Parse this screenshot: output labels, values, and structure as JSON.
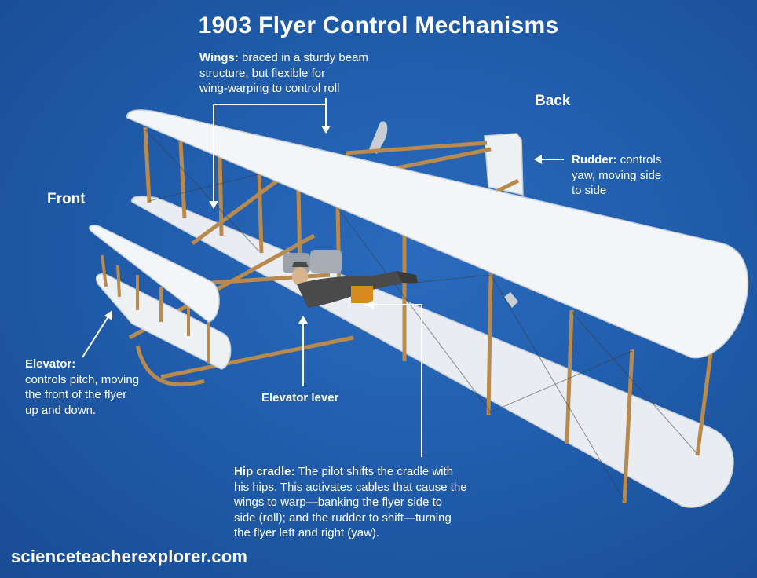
{
  "title": "1903 Flyer Control Mechanisms",
  "labels": {
    "front": "Front",
    "back": "Back",
    "elevator_lever": "Elevator lever"
  },
  "callouts": {
    "wings": {
      "term": "Wings:",
      "lines": [
        "braced in a sturdy beam",
        "structure, but flexible for",
        "wing-warping to control roll"
      ]
    },
    "rudder": {
      "term": "Rudder:",
      "lines": [
        "controls",
        "yaw, moving side",
        "to side"
      ]
    },
    "elevator": {
      "term": "Elevator:",
      "lines": [
        "controls pitch, moving",
        "the front of the flyer",
        "up and down."
      ]
    },
    "hip_cradle": {
      "term": "Hip cradle:",
      "lines": [
        "The pilot shifts the cradle with",
        "his hips. This activates cables that cause the",
        "wings to warp—banking the flyer side to",
        "side (roll); and the rudder to shift—turning",
        "the flyer left and right (yaw)."
      ]
    }
  },
  "watermark": "scienceteacherexplorer.com",
  "colors": {
    "background": "#1f5aa8",
    "wing": "#eef1f4",
    "strut": "#b98a4c",
    "text": "#ffffff"
  }
}
